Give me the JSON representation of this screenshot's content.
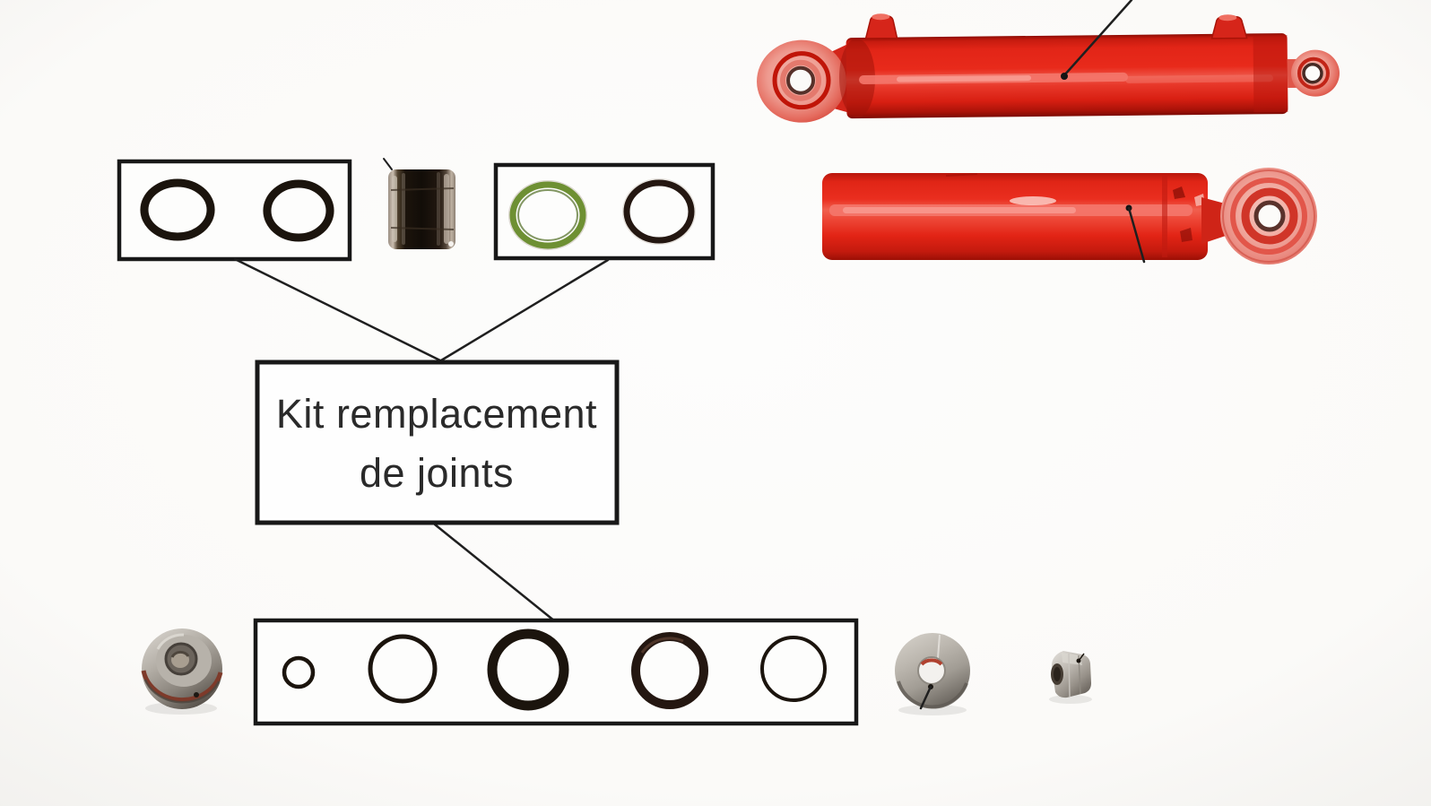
{
  "canvas": {
    "background": "#fcfbf9"
  },
  "label_box": {
    "line1": "Kit remplacement",
    "line2": "de joints"
  },
  "colors": {
    "box_border": "#181818",
    "connector_line": "#1f1f1f",
    "label_text": "#2a2a2a",
    "cylinder_red": "#e8251a",
    "cylinder_red_highlight": "#f4776b",
    "cylinder_red_shadow": "#8e0d05",
    "eye_pink": "#efa096",
    "o_ring_black": "#1b140d",
    "o_ring_dark_brown": "#241711",
    "o_ring_green": "#6e9033",
    "metal_light": "#d8d4cd",
    "metal_mid": "#b2ada5",
    "metal_dark": "#5f5952"
  },
  "parts": {
    "assembled_cylinder": "assembled-hydraulic-cylinder-photo",
    "barrel_cylinder": "cylinder-barrel-with-eye-photo",
    "rod_seal_rings": "two-black-o-rings",
    "piston": "piston-with-seals-photo",
    "piston_seal_rings": "green-and-black-o-rings",
    "kit_rings": "five-o-rings-of-seal-kit",
    "gland_cap": "gland-cap-photo",
    "washer": "flat-washer-photo",
    "nut": "hex-nut-photo"
  }
}
